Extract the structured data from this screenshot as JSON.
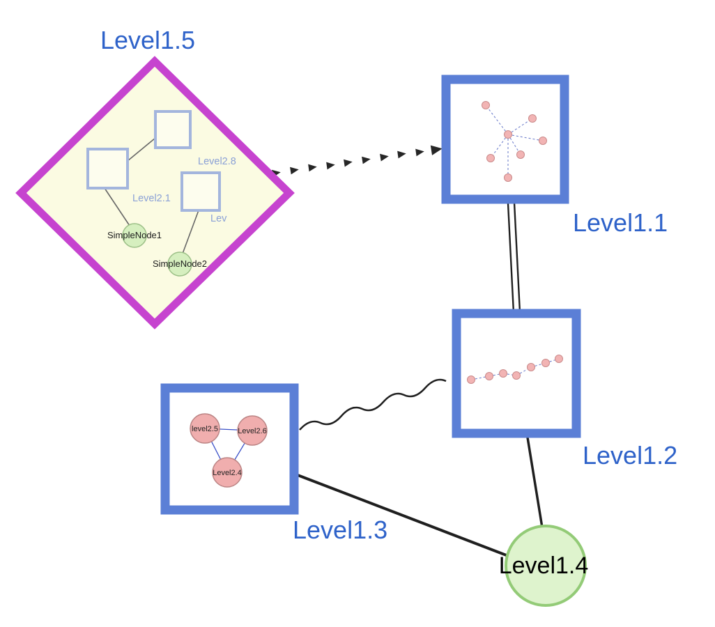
{
  "diagram": {
    "nodes": {
      "level15": {
        "label": "Level1.5",
        "shape": "diamond",
        "role": "group"
      },
      "level11": {
        "label": "Level1.1",
        "shape": "square"
      },
      "level12": {
        "label": "Level1.2",
        "shape": "square"
      },
      "level13": {
        "label": "Level1.3",
        "shape": "square"
      },
      "level14": {
        "label": "Level1.4",
        "shape": "circle"
      }
    },
    "level15_children": {
      "group_labels": {
        "top_square": "Level2.8",
        "left_square": "Level2.1",
        "right_square": "Lev"
      },
      "simple_nodes": {
        "node1": "SimpleNode1",
        "node2": "SimpleNode2"
      }
    },
    "level13_children": {
      "left": "level2.5",
      "right": "Level2.6",
      "bottom": "Level2.4"
    },
    "edges": [
      {
        "from": "Level1.5",
        "to": "Level1.1",
        "style": "bold-dashed-arrowheads"
      },
      {
        "from": "Level1.1",
        "to": "Level1.2",
        "style": "double-parallel-line"
      },
      {
        "from": "Level1.3",
        "to": "Level1.2",
        "style": "wavy"
      },
      {
        "from": "Level1.3",
        "to": "Level1.4",
        "style": "solid"
      },
      {
        "from": "Level1.2",
        "to": "Level1.4",
        "style": "solid"
      }
    ],
    "colors": {
      "label_blue": "#2e62c9",
      "node_border_blue": "#5b7fd6",
      "diamond_border_magenta": "#c643cf",
      "diamond_fill_yellow": "#fbfbe2",
      "green_node_fill": "#def3cd",
      "green_node_border": "#93cb77",
      "pink_node_fill": "#f0aeae",
      "inner_square_border": "#a3b5dd",
      "inner_label_blue": "#8aa0d6",
      "edge_color": "#1f1f1f"
    }
  }
}
